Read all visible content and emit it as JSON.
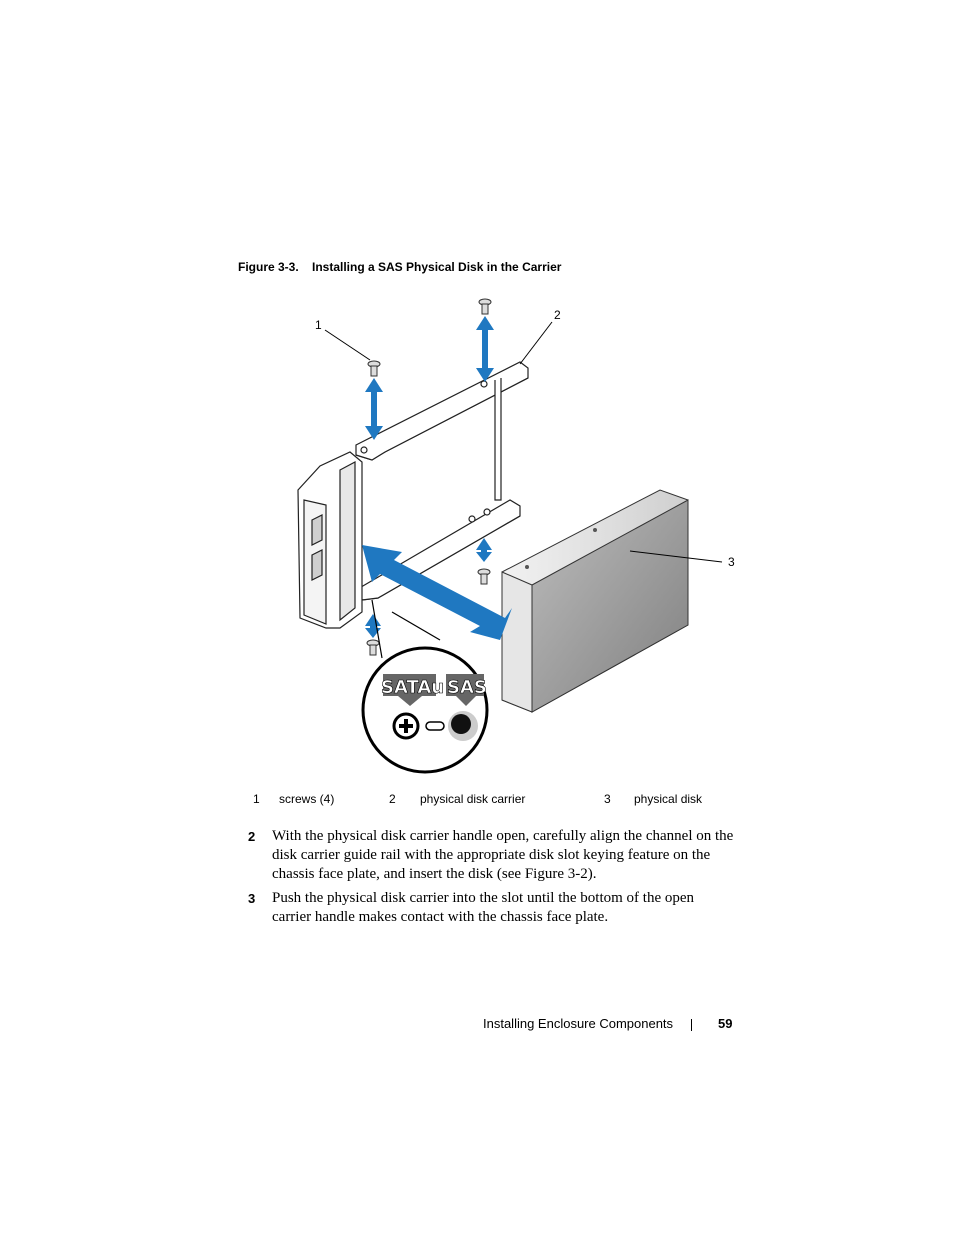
{
  "figure": {
    "number": "Figure 3-3.",
    "title": "Installing a SAS Physical Disk in the Carrier",
    "callouts": [
      "1",
      "2",
      "3"
    ],
    "badge_left": "SATAu",
    "badge_right": "SAS",
    "colors": {
      "arrow": "#1f78c1",
      "disk": "#9e9e9e",
      "badge": "#666666"
    }
  },
  "legend": [
    {
      "num": "1",
      "label": "screws (4)"
    },
    {
      "num": "2",
      "label": "physical disk carrier"
    },
    {
      "num": "3",
      "label": "physical disk"
    }
  ],
  "steps": [
    {
      "num": "2",
      "text": "With the physical disk carrier handle open, carefully align the channel on the disk carrier guide rail with the appropriate disk slot keying feature on the chassis face plate, and insert the disk (see Figure 3-2)."
    },
    {
      "num": "3",
      "text": "Push the physical disk carrier into the slot until the bottom of the open carrier handle makes contact with the chassis face plate."
    }
  ],
  "footer": {
    "section": "Installing Enclosure Components",
    "page": "59"
  }
}
